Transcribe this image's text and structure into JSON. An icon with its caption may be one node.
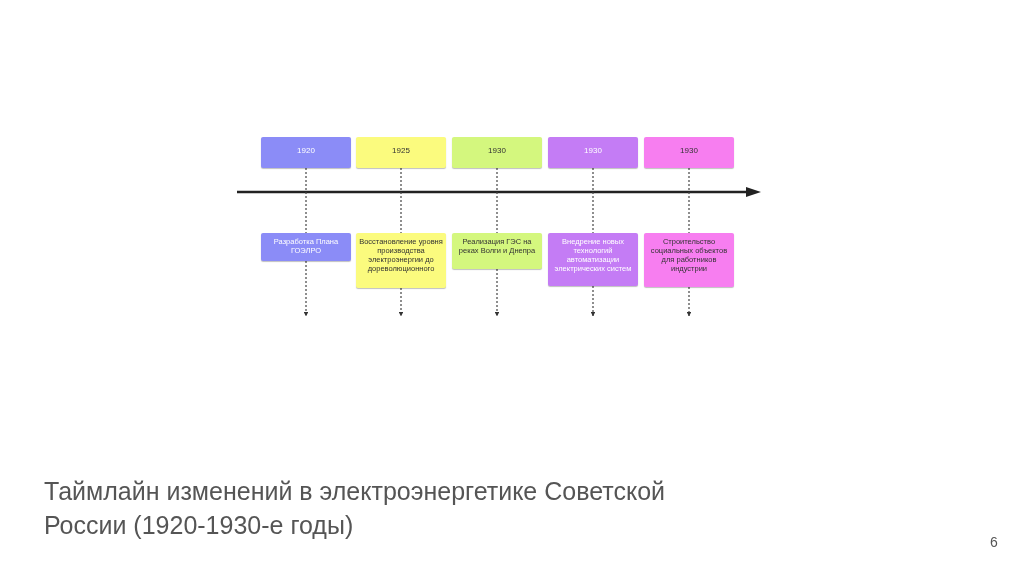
{
  "diagram": {
    "title": "Таймлайн изменений в электроэнергетике Советской России (1920-1930-е годы)",
    "nodes": [
      {
        "text": [
          "1920"
        ]
      },
      {
        "text": [
          "1925"
        ]
      },
      {
        "text": [
          "1930"
        ]
      },
      {
        "text": [
          "1930"
        ]
      },
      {
        "text": [
          "1930"
        ]
      },
      {
        "text": [
          "Разработка Плана ГОЭЛРО"
        ]
      },
      {
        "text": [
          "Восстановление уровня производства электроэнергии до дореволюционного"
        ]
      },
      {
        "text": [
          "Реализация ГЭС на реках Волги и Днепра"
        ]
      },
      {
        "text": [
          "Внедрение новых технологий автоматизации электрических систем"
        ]
      },
      {
        "text": [
          "Строительство социальных объектов для работников индустрии"
        ]
      }
    ],
    "edges": [
      {
        "from": 0,
        "to": 5,
        "arrow": "none",
        "style": "dashed"
      },
      {
        "from": 1,
        "to": 6,
        "arrow": "none",
        "style": "dashed"
      },
      {
        "from": 2,
        "to": 7,
        "arrow": "none",
        "style": "dashed"
      },
      {
        "from": 3,
        "to": 8,
        "arrow": "none",
        "style": "dashed"
      },
      {
        "from": 4,
        "to": 9,
        "arrow": "none",
        "style": "dashed"
      },
      {
        "from": 5,
        "to": null,
        "arrow": "to",
        "style": "dashed"
      },
      {
        "from": 6,
        "to": null,
        "arrow": "to",
        "style": "dashed"
      },
      {
        "from": 7,
        "to": null,
        "arrow": "to",
        "style": "dashed"
      },
      {
        "from": 8,
        "to": null,
        "arrow": "to",
        "style": "dashed"
      },
      {
        "from": 9,
        "to": null,
        "arrow": "to",
        "style": "dashed"
      }
    ],
    "labels": [
      "6"
    ]
  }
}
